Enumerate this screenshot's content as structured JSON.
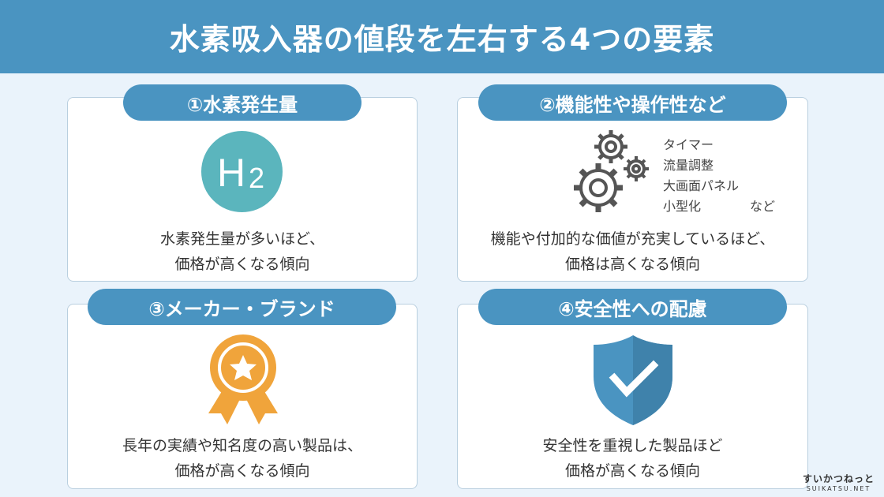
{
  "title": "水素吸入器の値段を左右する4つの要素",
  "cards": [
    {
      "label": "①水素発生量",
      "icon": "h2-icon",
      "icon_text": "H2",
      "desc_lines": [
        "水素発生量が多いほど、",
        "価格が高くなる傾向"
      ]
    },
    {
      "label": "②機能性や操作性など",
      "icon": "gears-icon",
      "features": [
        "タイマー",
        "流量調整",
        "大画面パネル",
        "小型化"
      ],
      "features_suffix": "など",
      "desc_lines": [
        "機能や付加的な価値が充実しているほど、",
        "価格は高くなる傾向"
      ]
    },
    {
      "label": "③メーカー・ブランド",
      "icon": "award-ribbon-icon",
      "desc_lines": [
        "長年の実績や知名度の高い製品は、",
        "価格が高くなる傾向"
      ]
    },
    {
      "label": "④安全性への配慮",
      "icon": "shield-check-icon",
      "desc_lines": [
        "安全性を重視した製品ほど",
        "価格が高くなる傾向"
      ]
    }
  ],
  "logo": {
    "main": "すいかつねっと",
    "sub": "SUIKATSU.NET"
  },
  "colors": {
    "accent": "#4a94c1",
    "background": "#eaf3fb",
    "h2_teal": "#5bb5bd",
    "award_orange": "#f0a43b",
    "shield_blue": "#4a94c1"
  }
}
